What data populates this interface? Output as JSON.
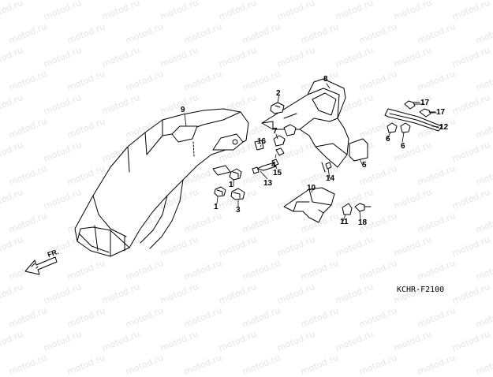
{
  "watermark": "motod.ru",
  "diagram_code": "KCHR-F2100",
  "front_label": "FR.",
  "callouts": [
    "1",
    "1",
    "2",
    "3",
    "4",
    "5",
    "6",
    "6",
    "7",
    "8",
    "9",
    "10",
    "11",
    "12",
    "13",
    "14",
    "15",
    "16",
    "17",
    "17",
    "18"
  ]
}
